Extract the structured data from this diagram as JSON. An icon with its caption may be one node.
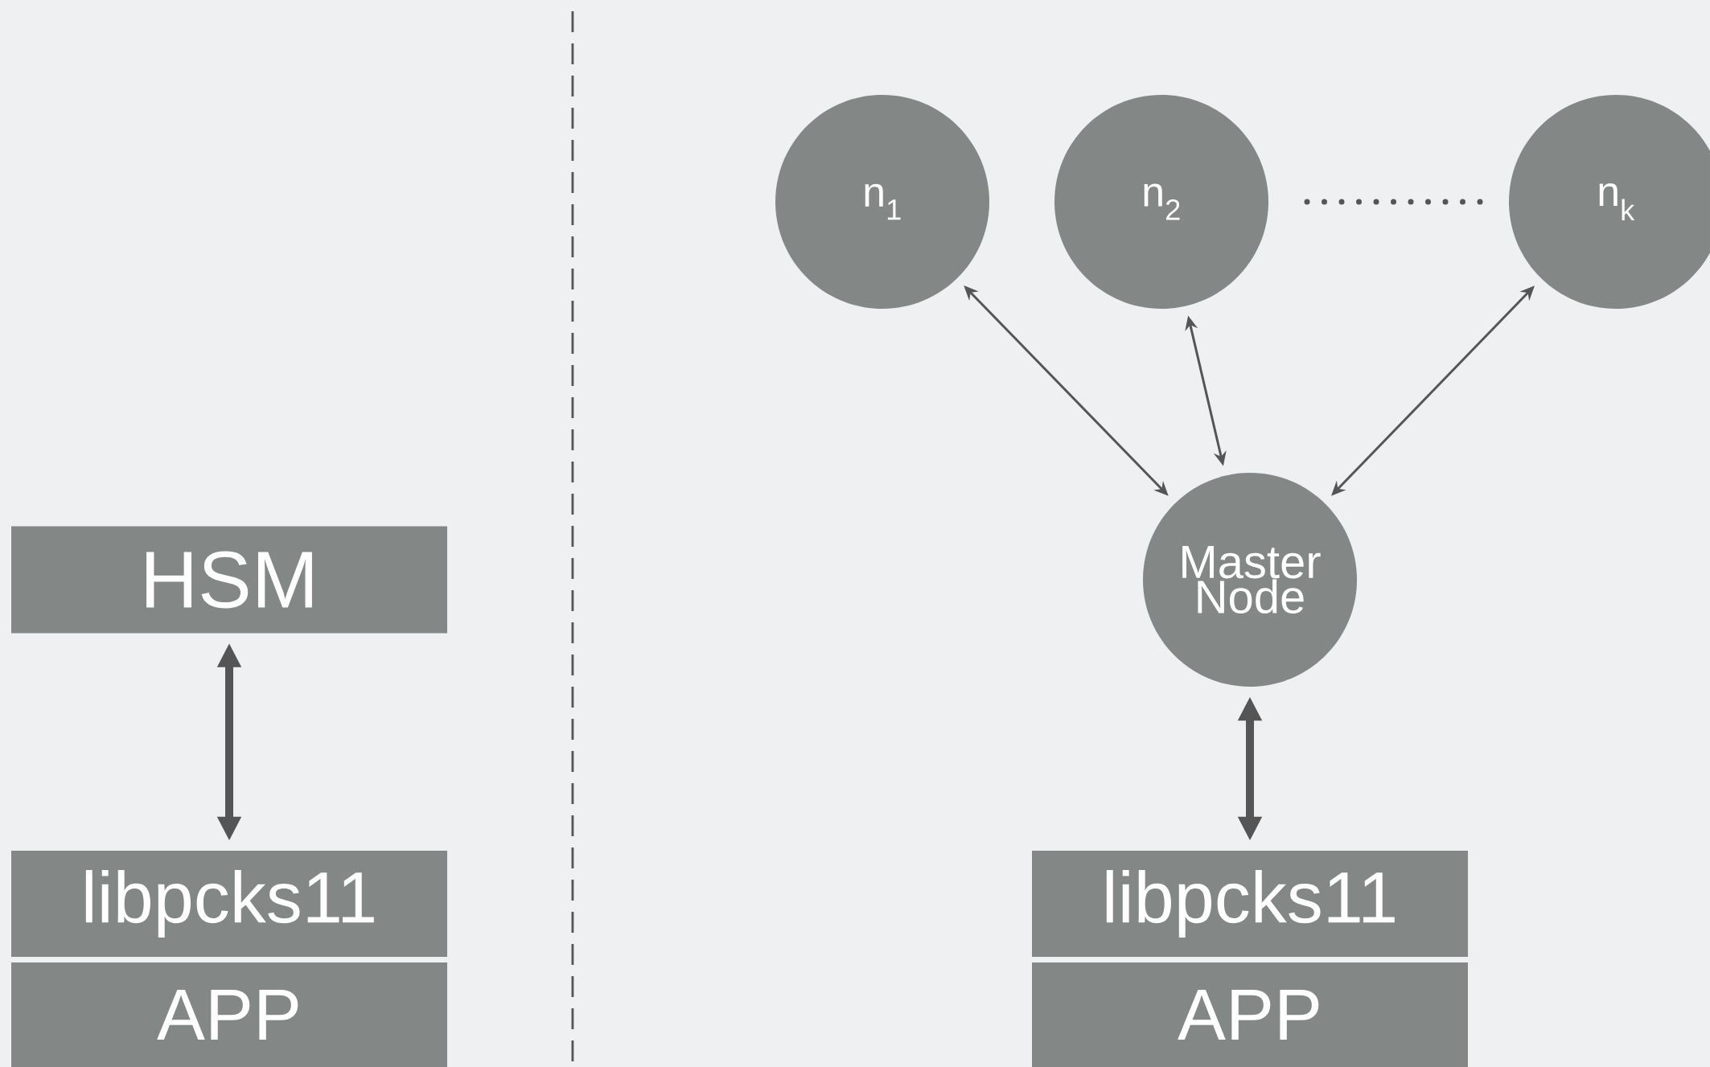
{
  "diagram": {
    "nodes": [
      {
        "text": [
          "HSM"
        ]
      },
      {
        "text": [
          "libpcks11"
        ]
      },
      {
        "text": [
          "APP"
        ]
      },
      {
        "text": [
          "n$_{1}$"
        ]
      },
      {
        "text": [
          "n$_{2}$"
        ]
      },
      {
        "text": [
          "n$_{k}$"
        ]
      },
      {
        "text": [
          "Master Node"
        ]
      },
      {
        "text": [
          "libpcks11"
        ]
      },
      {
        "text": [
          "APP"
        ]
      }
    ],
    "edges": [
      {
        "from": 0,
        "to": 1,
        "arrow": "both",
        "style": "thick"
      },
      {
        "from": 3,
        "to": 6,
        "arrow": "both"
      },
      {
        "from": 4,
        "to": 6,
        "arrow": "both"
      },
      {
        "from": 5,
        "to": 6,
        "arrow": "both"
      },
      {
        "from": 6,
        "to": 7,
        "arrow": "both",
        "style": "thick"
      }
    ]
  }
}
